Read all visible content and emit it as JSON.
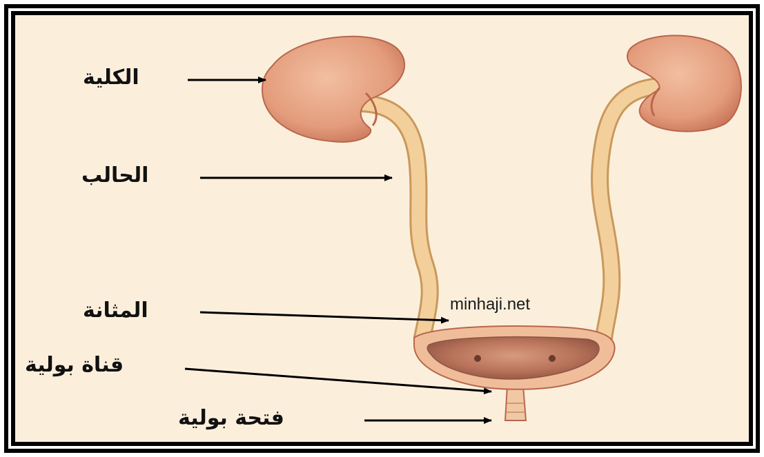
{
  "labels": {
    "kidney": "الكلية",
    "ureter": "الحالب",
    "bladder": "المثانة",
    "urethra": "قناة بولية",
    "urinary_opening": "فتحة بولية"
  },
  "watermark": "minhaji.net",
  "colors": {
    "background": "#fbefdc",
    "frame": "#000000",
    "kidney": "#e8a382",
    "kidney_shadow": "#c8765a",
    "ureter": "#f3cf9c",
    "ureter_edge": "#c9985a",
    "bladder_outer": "#e8b08f",
    "bladder_inner": "#b86f56",
    "arrow": "#000000"
  }
}
